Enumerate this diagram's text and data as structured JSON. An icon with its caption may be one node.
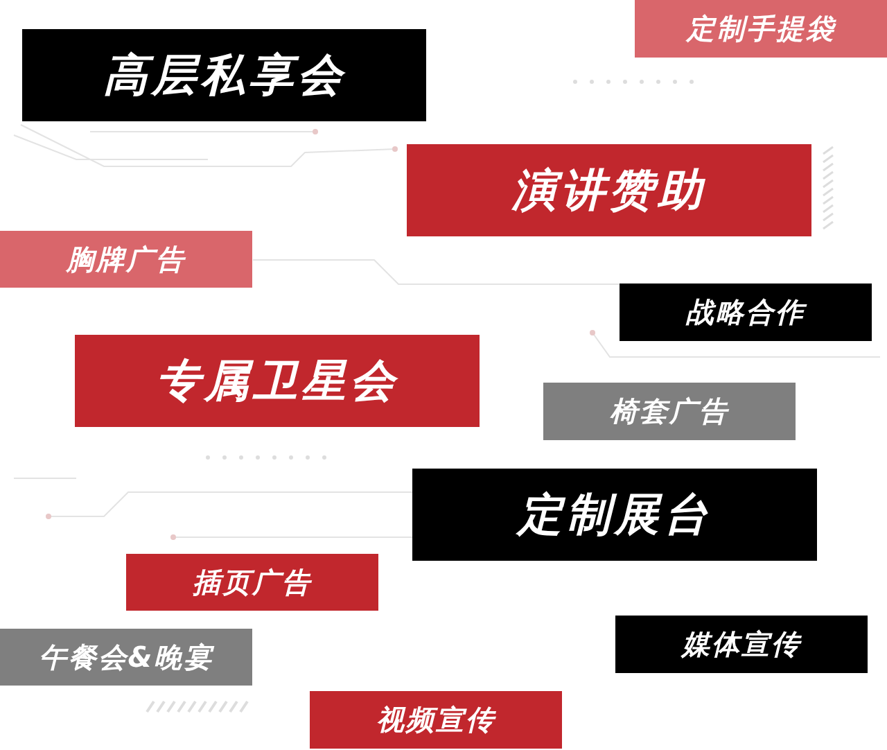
{
  "diagram": {
    "nodes": [
      {
        "text": [
          "高层私享会"
        ]
      },
      {
        "text": [
          "定制手提袋"
        ]
      },
      {
        "text": [
          "演讲赞助"
        ]
      },
      {
        "text": [
          "胸牌广告"
        ]
      },
      {
        "text": [
          "战略合作"
        ]
      },
      {
        "text": [
          "专属卫星会"
        ]
      },
      {
        "text": [
          "椅套广告"
        ]
      },
      {
        "text": [
          "定制展台"
        ]
      },
      {
        "text": [
          "插页广告"
        ]
      },
      {
        "text": [
          "午餐会&晚宴"
        ]
      },
      {
        "text": [
          "媒体宣传"
        ]
      },
      {
        "text": [
          "视频宣传"
        ]
      }
    ]
  }
}
